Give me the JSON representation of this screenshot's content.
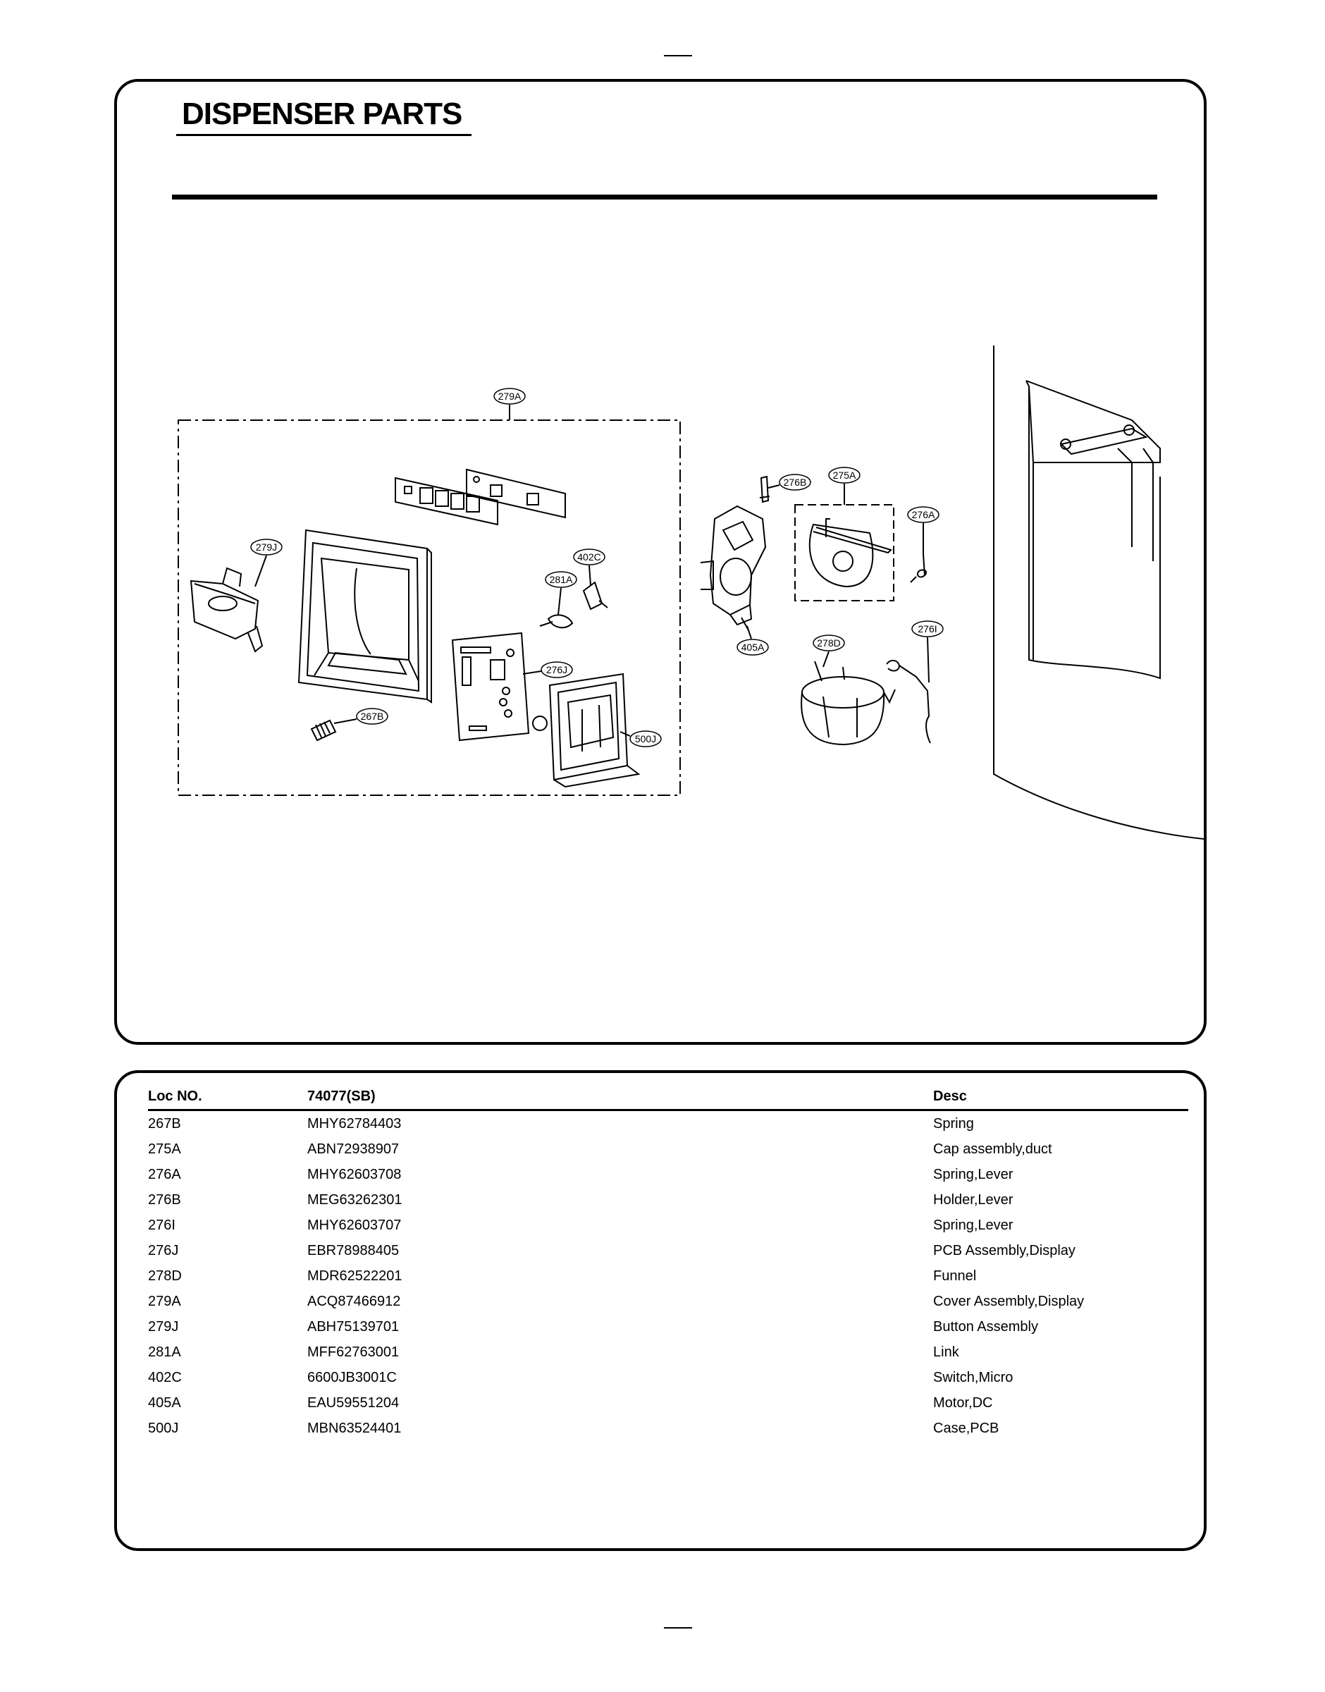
{
  "section": {
    "title": "DISPENSER PARTS"
  },
  "callouts": {
    "c279A": "279A",
    "c279J": "279J",
    "c281A": "281A",
    "c402C": "402C",
    "c276J": "276J",
    "c267B": "267B",
    "c500J": "500J",
    "c276B": "276B",
    "c275A": "275A",
    "c276A": "276A",
    "c405A": "405A",
    "c278D": "278D",
    "c276I": "276I"
  },
  "table": {
    "headers": {
      "loc": "Loc NO.",
      "part": "74077(SB)",
      "desc": "Desc"
    },
    "rows": [
      {
        "loc": "267B",
        "part": "MHY62784403",
        "desc": "Spring"
      },
      {
        "loc": "275A",
        "part": "ABN72938907",
        "desc": "Cap assembly,duct"
      },
      {
        "loc": "276A",
        "part": "MHY62603708",
        "desc": "Spring,Lever"
      },
      {
        "loc": "276B",
        "part": "MEG63262301",
        "desc": "Holder,Lever"
      },
      {
        "loc": "276I",
        "part": "MHY62603707",
        "desc": "Spring,Lever"
      },
      {
        "loc": "276J",
        "part": "EBR78988405",
        "desc": "PCB Assembly,Display"
      },
      {
        "loc": "278D",
        "part": "MDR62522201",
        "desc": "Funnel"
      },
      {
        "loc": "279A",
        "part": "ACQ87466912",
        "desc": "Cover Assembly,Display"
      },
      {
        "loc": "279J",
        "part": "ABH75139701",
        "desc": "Button Assembly"
      },
      {
        "loc": "281A",
        "part": "MFF62763001",
        "desc": "Link"
      },
      {
        "loc": "402C",
        "part": "6600JB3001C",
        "desc": "Switch,Micro"
      },
      {
        "loc": "405A",
        "part": "EAU59551204",
        "desc": "Motor,DC"
      },
      {
        "loc": "500J",
        "part": "MBN63524401",
        "desc": "Case,PCB"
      }
    ]
  }
}
